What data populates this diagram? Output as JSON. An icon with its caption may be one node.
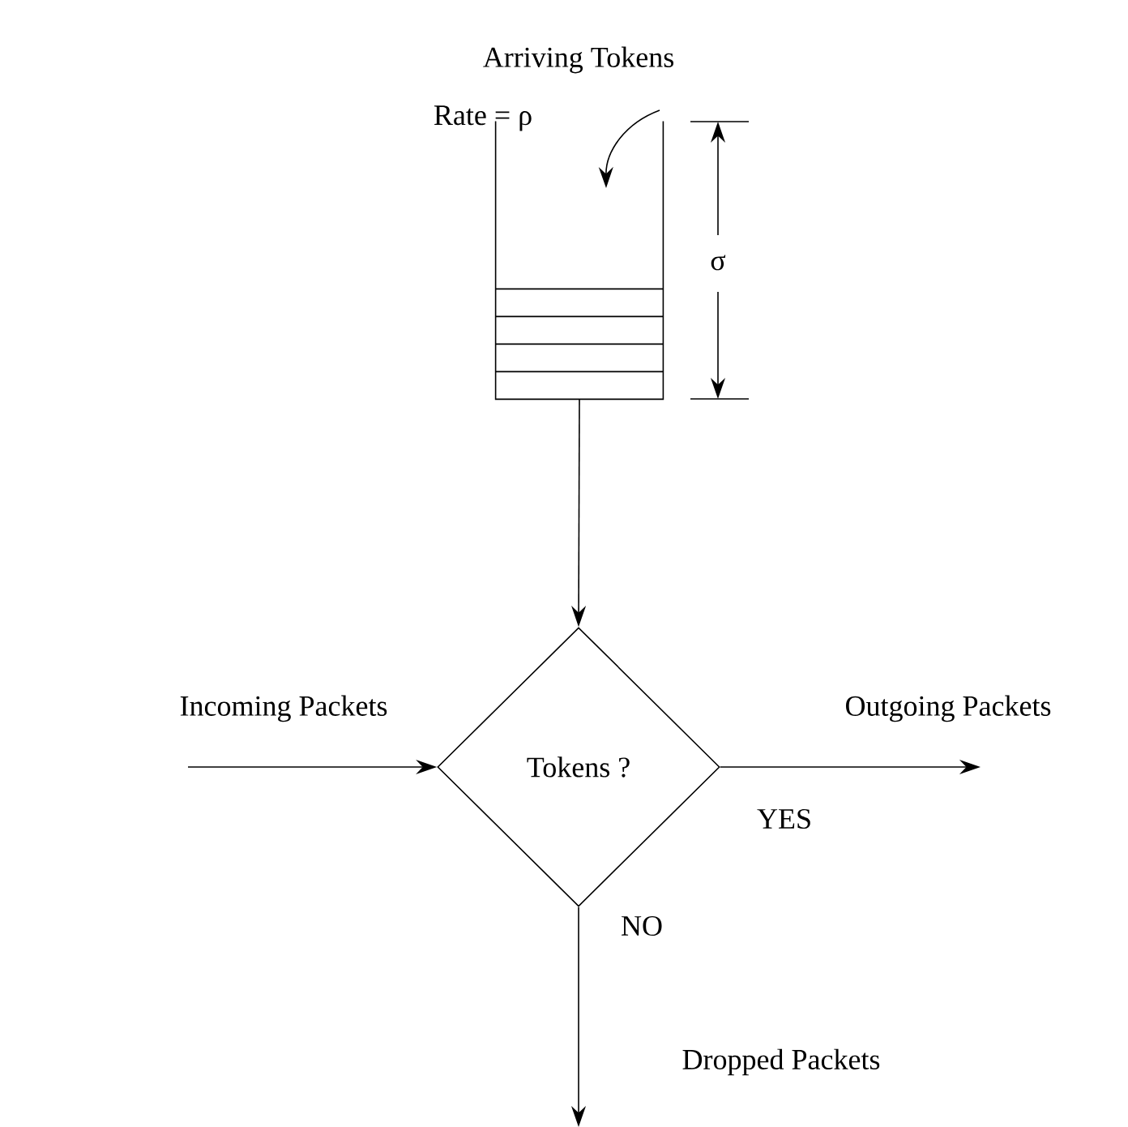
{
  "diagram": {
    "nodes": [
      {
        "text": [],
        "shape": "bucket"
      },
      {
        "text": [
          "Tokens ?"
        ]
      }
    ],
    "edges": [
      {
        "from": 0,
        "to": 1,
        "arrow": "to"
      },
      {
        "from": null,
        "to": 1,
        "arrow": "to",
        "label": "Incoming Packets"
      },
      {
        "from": 1,
        "to": null,
        "arrow": "to",
        "label": "YES"
      },
      {
        "from": 1,
        "to": null,
        "arrow": "to",
        "label": "NO"
      }
    ],
    "labels": [
      "Arriving Tokens",
      "Rate = ρ",
      "σ",
      "Outgoing Packets",
      "Dropped Packets"
    ]
  }
}
